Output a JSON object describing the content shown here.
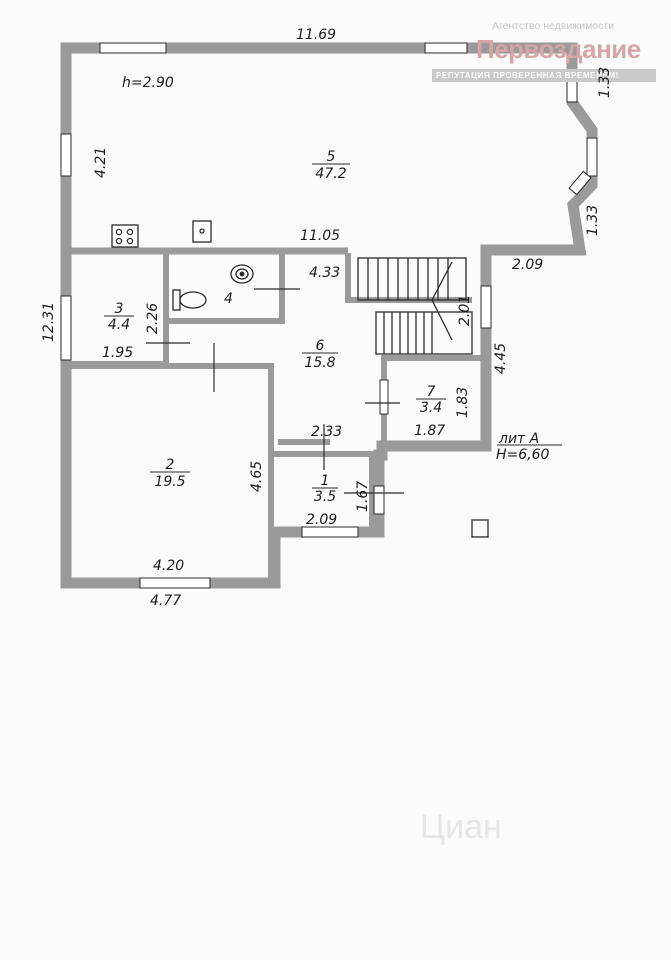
{
  "logo": {
    "agency": "Агентство недвижимости",
    "name": "Первоздание",
    "tagline": "РЕПУТАЦИЯ ПРОВЕРЕННАЯ ВРЕМЕНЕМ!"
  },
  "building": {
    "lit": "лит А",
    "height": "H=6,60"
  },
  "ceiling_height": "h=2.90",
  "rooms": [
    {
      "id": "1",
      "area": "3.5"
    },
    {
      "id": "2",
      "area": "19.5"
    },
    {
      "id": "3",
      "area": "4.4"
    },
    {
      "id": "4",
      "area": ""
    },
    {
      "id": "5",
      "area": "47.2"
    },
    {
      "id": "6",
      "area": "15.8"
    },
    {
      "id": "7",
      "area": "3.4"
    }
  ],
  "dimensions": {
    "top_width": "11.69",
    "upper_right_1": "1.33",
    "upper_right_2": "1.33",
    "main_left": "4.21",
    "main_inner_width": "11.05",
    "right_step": "2.09",
    "wc_width": "4.33",
    "stair_depth": "2.01",
    "right_wall": "4.45",
    "left_total": "12.31",
    "room3_height": "2.26",
    "room3_width": "1.95",
    "room7_height": "1.83",
    "room7_width": "1.87",
    "hall_width": "2.33",
    "room2_height": "4.65",
    "room1_height": "1.67",
    "room1_width": "2.09",
    "room2_inner_width": "4.20",
    "bottom_width": "4.77"
  },
  "watermark": "Циан",
  "colors": {
    "wall": "#9a9a9a",
    "line": "#2a2a2a",
    "logo_red": "#d7a5a5"
  }
}
